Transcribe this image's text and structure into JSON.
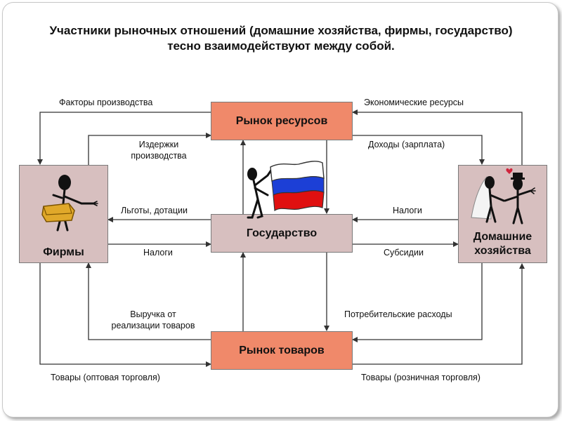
{
  "title": {
    "line1": "Участники рыночных отношений (домашние хозяйства, фирмы, государство)",
    "line2": "тесно взаимодействуют между собой."
  },
  "nodes": {
    "resource_market": "Рынок ресурсов",
    "goods_market": "Рынок товаров",
    "state": "Государство",
    "firms": "Фирмы",
    "households_line1": "Домашние",
    "households_line2": "хозяйства"
  },
  "flows": {
    "factors_of_production": "Факторы производства",
    "economic_resources": "Экономические ресурсы",
    "production_costs_line1": "Издержки",
    "production_costs_line2": "производства",
    "income_wages": "Доходы (зарплата)",
    "benefits_subsidies": "Льготы, дотации",
    "taxes_households": "Налоги",
    "taxes_firms": "Налоги",
    "subsidies": "Субсидии",
    "sales_revenue_line1": "Выручка от",
    "sales_revenue_line2": "реализации товаров",
    "consumer_spending": "Потребительские расходы",
    "goods_wholesale": "Товары (оптовая торговля)",
    "goods_retail": "Товары (розничная торговля)"
  },
  "colors": {
    "market_fill": "#f0896a",
    "agent_fill": "#d7bfbf",
    "arrow": "#333333",
    "flag_white": "#ffffff",
    "flag_blue": "#1c3fd6",
    "flag_red": "#e01010"
  },
  "icons": {
    "firms": "courier-with-package-icon",
    "households": "wedding-couple-icon",
    "state": "figure-with-russian-flag-icon"
  }
}
